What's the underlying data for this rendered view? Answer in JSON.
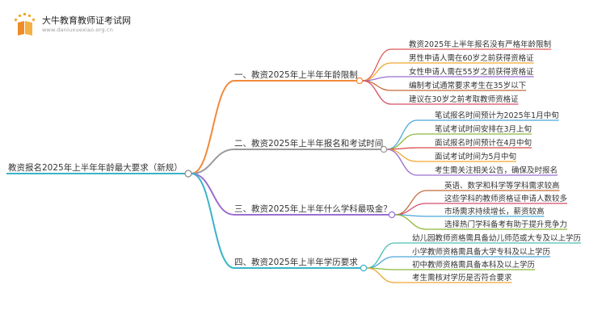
{
  "logo": {
    "brand": "大牛教育教师证考试网",
    "url": "www.daniuxuexiao.org.cn",
    "icon": "book-icon"
  },
  "root": {
    "label": "教资报名2025年上半年年龄最大要求（新规）"
  },
  "branches": [
    {
      "label": "一、教资2025年上半年年龄限制",
      "color": "#f28a3c",
      "leaves": [
        {
          "label": "教资2025年上半年报名没有严格年龄限制",
          "color": "#e05a5a"
        },
        {
          "label": "男性申请人需在60岁之前获得资格证",
          "color": "#f0a830"
        },
        {
          "label": "女性申请人需在55岁之前获得资格证",
          "color": "#9b6fd0"
        },
        {
          "label": "编制考试通常要求考生在35岁以下",
          "color": "#c46b3b"
        },
        {
          "label": "建议在30岁之前考取教师资格证",
          "color": "#d74d6a"
        }
      ]
    },
    {
      "label": "二、教资2025年上半年报名和考试时间",
      "color": "#9a9a9a",
      "leaves": [
        {
          "label": "笔试报名时间预计为2025年1月中旬",
          "color": "#4aa6d8"
        },
        {
          "label": "笔试考试时间安排在3月上旬",
          "color": "#8fb83a"
        },
        {
          "label": "面试报名时间预计在4月中旬",
          "color": "#d84a4a"
        },
        {
          "label": "面试考试时间为5月中旬",
          "color": "#f0a830"
        },
        {
          "label": "考生需关注相关公告，确保及时报名",
          "color": "#9b6fd0"
        }
      ]
    },
    {
      "label": "三、教资2025年上半年什么学科最吸金？",
      "color": "#9b6fd0",
      "leaves": [
        {
          "label": "英语、数学和科学等学科需求较高",
          "color": "#c46b3b"
        },
        {
          "label": "这些学科的教师资格证申请人数较多",
          "color": "#d74d6a"
        },
        {
          "label": "市场需求持续增长，薪资较高",
          "color": "#4aa6d8"
        },
        {
          "label": "选择热门学科备考有助于提升竞争力",
          "color": "#8fb83a"
        }
      ]
    },
    {
      "label": "四、教资2025年上半年学历要求",
      "color": "#3bb3c8",
      "leaves": [
        {
          "label": "幼儿园教师资格需具备幼儿师范或大专及以上学历",
          "color": "#4cbfb0"
        },
        {
          "label": "小学教师资格需具备大学专科及以上学历",
          "color": "#4aa6d8"
        },
        {
          "label": "初中教师资格需具备本科及以上学历",
          "color": "#8fb83a"
        },
        {
          "label": "考生需核对学历是否符合要求",
          "color": "#f0a830"
        }
      ]
    }
  ]
}
